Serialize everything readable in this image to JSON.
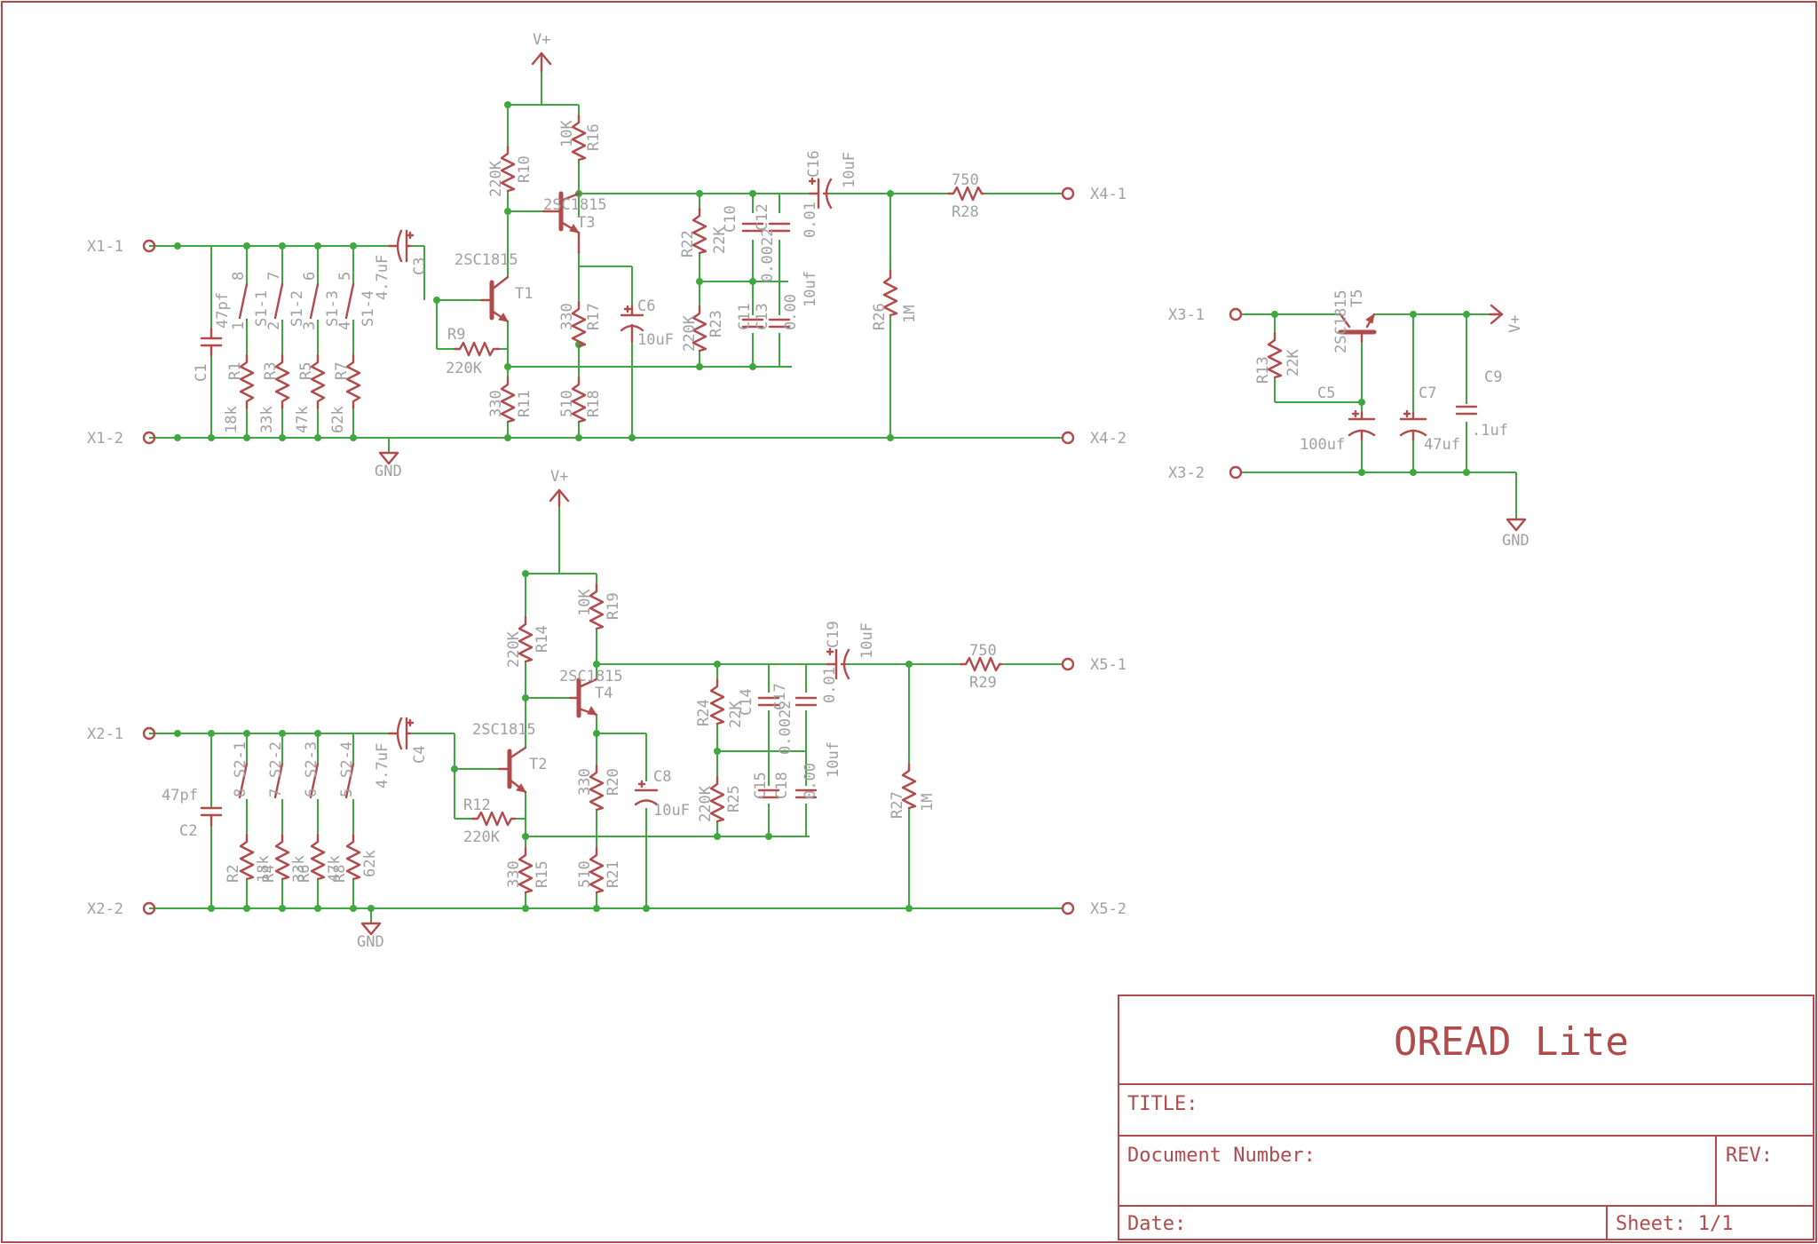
{
  "title_block": {
    "project": "OREAD Lite",
    "title_label": "TITLE:",
    "document_number_label": "Document Number:",
    "rev_label": "REV:",
    "date_label": "Date:",
    "sheet_label": "Sheet: 1/1"
  },
  "supply": {
    "vplus": "V+",
    "gnd": "GND"
  },
  "ports": {
    "x1_1": "X1-1",
    "x1_2": "X1-2",
    "x2_1": "X2-1",
    "x2_2": "X2-2",
    "x3_1": "X3-1",
    "x3_2": "X3-2",
    "x4_1": "X4-1",
    "x4_2": "X4-2",
    "x5_1": "X5-1",
    "x5_2": "X5-2"
  },
  "stage1": {
    "c1": {
      "name": "C1",
      "value": "47pf"
    },
    "r1": {
      "name": "R1",
      "value": "18k"
    },
    "r3": {
      "name": "R3",
      "value": "33k"
    },
    "r5": {
      "name": "R5",
      "value": "47k"
    },
    "r7": {
      "name": "R7",
      "value": "62k"
    },
    "s1": [
      "S1-1",
      "S1-2",
      "S1-3",
      "S1-4"
    ],
    "s1_pins_top": [
      "8",
      "7",
      "6",
      "5"
    ],
    "s1_pins_bottom": [
      "1",
      "2",
      "3",
      "4"
    ],
    "c3": {
      "name": "C3",
      "value": "4.7uF"
    },
    "t1": {
      "name": "T1",
      "part": "2SC1815"
    },
    "r9": {
      "name": "R9",
      "value": "220K"
    },
    "r10": {
      "name": "R10",
      "value": "220K"
    },
    "r11": {
      "name": "R11",
      "value": "330"
    },
    "t3": {
      "name": "T3",
      "part": "2SC1815"
    },
    "r16": {
      "name": "R16",
      "value": "10K"
    },
    "r17": {
      "name": "R17",
      "value": "330"
    },
    "r18": {
      "name": "R18",
      "value": "510"
    },
    "c6": {
      "name": "C6",
      "value": "10uF"
    },
    "r22": {
      "name": "R22",
      "value": "22K"
    },
    "r23": {
      "name": "R23",
      "value": "220K"
    },
    "c10": {
      "name": "C10",
      "value": "0.0022"
    },
    "c11": {
      "name": "C11",
      "value": "0.00"
    },
    "c12": {
      "name": "C12",
      "value": "0.01"
    },
    "c13": {
      "name": "C13",
      "value": "10uf"
    },
    "c16": {
      "name": "C16",
      "value": "10uF"
    },
    "r26": {
      "name": "R26",
      "value": "1M"
    },
    "r28": {
      "name": "R28",
      "value": "750"
    }
  },
  "stage2": {
    "c2": {
      "name": "C2",
      "value": "47pf"
    },
    "r2": {
      "name": "R2",
      "value": "18k"
    },
    "r4": {
      "name": "R4",
      "value": "33k"
    },
    "r6": {
      "name": "R6",
      "value": "47k"
    },
    "r8": {
      "name": "R8",
      "value": "62k"
    },
    "s2": [
      "S2-1",
      "S2-2",
      "S2-3",
      "S2-4"
    ],
    "s2_pins": [
      "8",
      "7",
      "6",
      "5"
    ],
    "c4": {
      "name": "C4",
      "value": "4.7uF"
    },
    "t2": {
      "name": "T2",
      "part": "2SC1815"
    },
    "r12": {
      "name": "R12",
      "value": "220K"
    },
    "r14": {
      "name": "R14",
      "value": "220K"
    },
    "r15": {
      "name": "R15",
      "value": "330"
    },
    "t4": {
      "name": "T4",
      "part": "2SC1815"
    },
    "r19": {
      "name": "R19",
      "value": "10K"
    },
    "r20": {
      "name": "R20",
      "value": "330"
    },
    "r21": {
      "name": "R21",
      "value": "510"
    },
    "c8": {
      "name": "C8",
      "value": "10uF"
    },
    "r24": {
      "name": "R24",
      "value": "22K"
    },
    "r25": {
      "name": "R25",
      "value": "220K"
    },
    "c14": {
      "name": "C14",
      "value": "0.0022"
    },
    "c15": {
      "name": "C15",
      "value": "0.00"
    },
    "c17": {
      "name": "C17",
      "value": "0.01"
    },
    "c18": {
      "name": "C18",
      "value": "10uf"
    },
    "c19": {
      "name": "C19",
      "value": "10uF"
    },
    "r27": {
      "name": "R27",
      "value": "1M"
    },
    "r29": {
      "name": "R29",
      "value": "750"
    }
  },
  "regulator": {
    "t5": {
      "name": "T5",
      "part": "2SC1815"
    },
    "r13": {
      "name": "R13",
      "value": "22K"
    },
    "c5": {
      "name": "C5",
      "value": "100uf"
    },
    "c7": {
      "name": "C7",
      "value": "47uf"
    },
    "c9": {
      "name": "C9",
      "value": ".1uf"
    }
  }
}
